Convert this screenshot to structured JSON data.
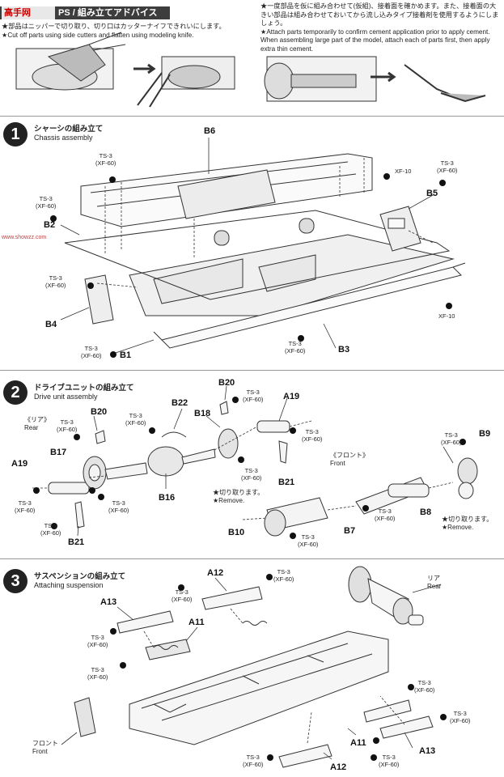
{
  "tips": {
    "logo": "高手网",
    "title": "PS / 組み立てアドバイス",
    "note_left_jp": "★部品はニッパーで切り取り、切り口はカッターナイフできれいにします。",
    "note_left_en": "★Cut off parts using side cutters and flatten using modeling knife.",
    "note_right_jp": "★一度部品を仮に組み合わせて(仮組)、接着面を確かめます。また、接着面の大きい部品は組み合わせておいてから流し込みタイプ接着剤を使用するようにしましょう。",
    "note_right_en": "★Attach parts temporarily to confirm cement application prior to apply cement. When assembling large part of the model, attach each of parts first, then apply extra thin cement."
  },
  "step1": {
    "number": "1",
    "title_jp": "シャーシの組み立て",
    "title_en": "Chassis assembly",
    "parts": {
      "b6": "B6",
      "b5": "B5",
      "b2": "B2",
      "b4": "B4",
      "b1": "B1",
      "b3": "B3"
    },
    "cements": {
      "ts3": "TS-3",
      "xf60": "(XF-60)",
      "xf10": "XF-10"
    }
  },
  "step2": {
    "number": "2",
    "title_jp": "ドライブユニットの組み立て",
    "title_en": "Drive unit assembly",
    "rear_jp": "《リア》",
    "rear_en": "Rear",
    "front_jp": "《フロント》",
    "front_en": "Front",
    "remove_jp": "★切り取ります。",
    "remove_en": "★Remove.",
    "parts": {
      "b20a": "B20",
      "b20b": "B20",
      "b22": "B22",
      "b18": "B18",
      "a19a": "A19",
      "a19b": "A19",
      "b17": "B17",
      "b16": "B16",
      "b21a": "B21",
      "b21b": "B21",
      "b9": "B9",
      "b8": "B8",
      "b7": "B7",
      "b10": "B10"
    },
    "cements": {
      "ts3": "TS-3",
      "xf60": "(XF-60)"
    }
  },
  "step3": {
    "number": "3",
    "title_jp": "サスペンションの組み立て",
    "title_en": "Attaching suspension",
    "rear_jp": "リア",
    "rear_en": "Rear",
    "front_jp": "フロント",
    "front_en": "Front",
    "parts": {
      "a12a": "A12",
      "a12b": "A12",
      "a13a": "A13",
      "a13b": "A13",
      "a11a": "A11",
      "a11b": "A11"
    },
    "cements": {
      "ts3": "TS-3",
      "xf60": "(XF-60)"
    }
  },
  "watermark": "www.showzz.com"
}
